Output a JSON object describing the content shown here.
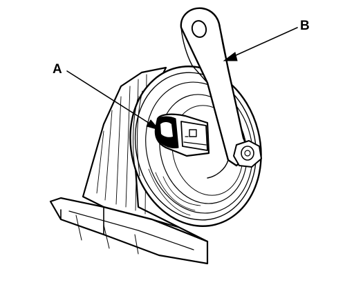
{
  "callouts": {
    "a": {
      "label": "A",
      "target": "connector"
    },
    "b": {
      "label": "B",
      "target": "mounting-bracket"
    }
  },
  "colors": {
    "line": "#000000",
    "background": "#ffffff"
  }
}
